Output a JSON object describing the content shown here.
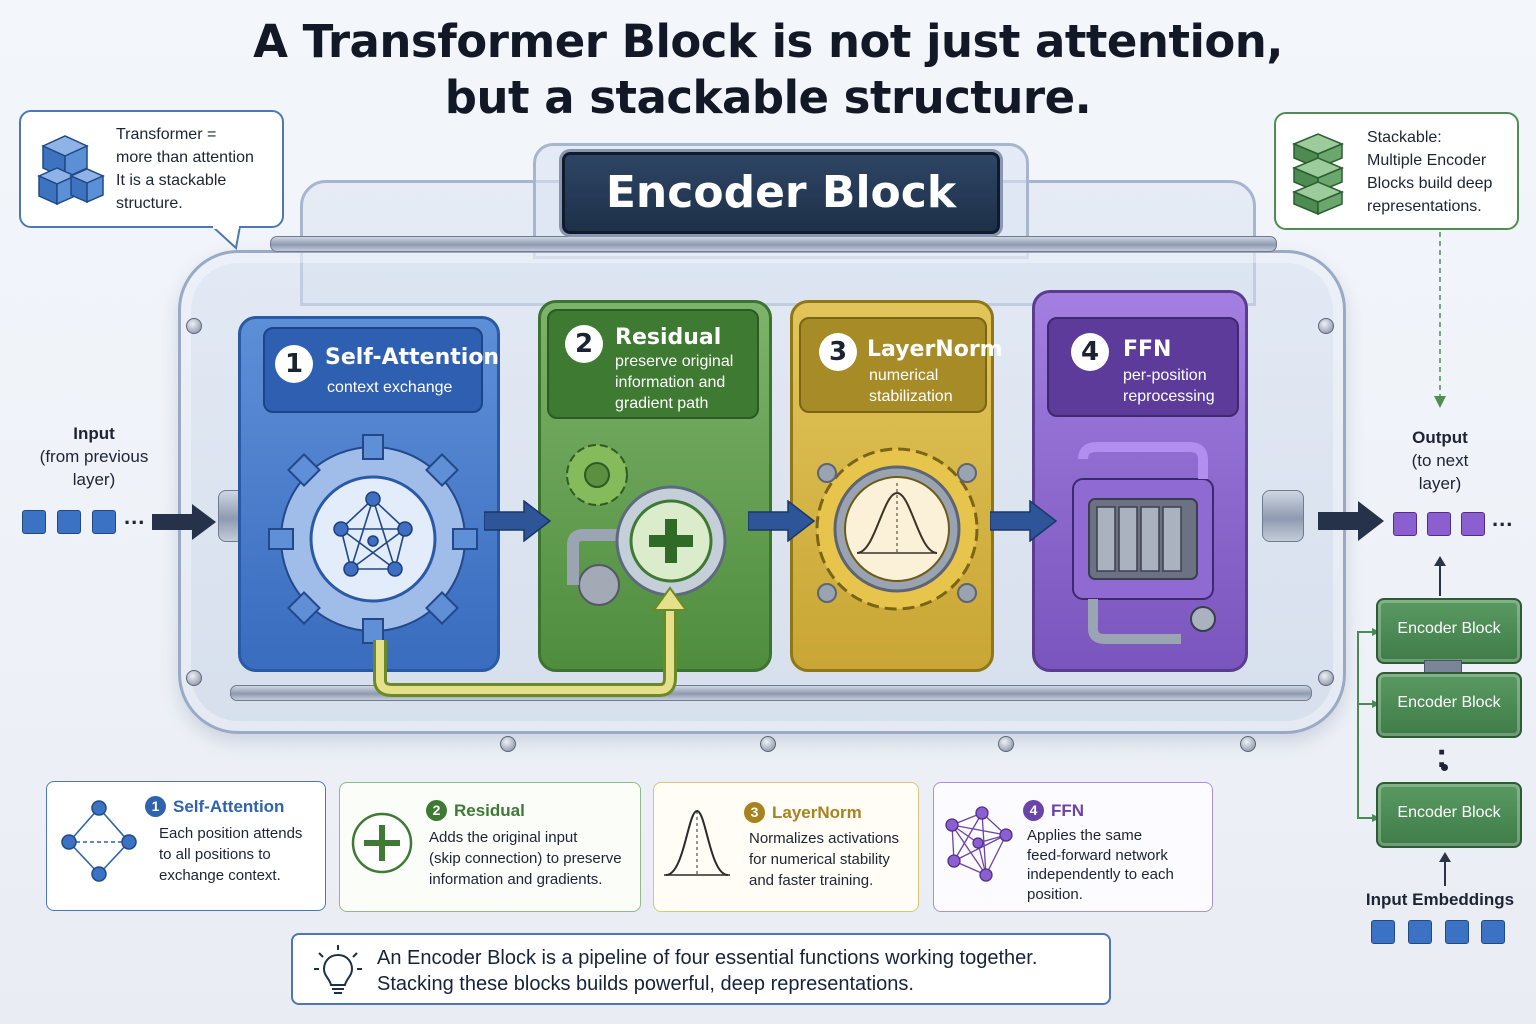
{
  "title": {
    "line1": "A Transformer Block is not just attention,",
    "line2": "but a stackable structure."
  },
  "callout_left": {
    "lines": [
      "Transformer =",
      "more than attention",
      "It is a stackable",
      "structure."
    ],
    "icon": "stacked-cubes-icon"
  },
  "callout_right": {
    "lines": [
      "Stackable:",
      "Multiple Encoder",
      "Blocks build deep",
      "representations."
    ],
    "icon": "stacked-layers-icon"
  },
  "block_label": "Encoder Block",
  "modules": [
    {
      "number": "1",
      "title": "Self-Attention",
      "subtitle": [
        "context exchange"
      ],
      "color": "#3d6fc0",
      "icon": "attention-graph-gear-icon"
    },
    {
      "number": "2",
      "title": "Residual",
      "subtitle": [
        "preserve original",
        "information and",
        "gradient path"
      ],
      "color": "#4f8d3e",
      "icon": "plus-gear-icon"
    },
    {
      "number": "3",
      "title": "LayerNorm",
      "subtitle": [
        "numerical",
        "stabilization"
      ],
      "color": "#a68b27",
      "icon": "bell-curve-gauge-icon"
    },
    {
      "number": "4",
      "title": "FFN",
      "subtitle": [
        "per-position",
        "reprocessing"
      ],
      "color": "#6a47a8",
      "icon": "engine-icon"
    }
  ],
  "input": {
    "lines": [
      "Input",
      "(from previous",
      "layer)"
    ],
    "dots": "..."
  },
  "output": {
    "lines": [
      "Output",
      "(to next",
      "layer)"
    ],
    "dots": "..."
  },
  "stack": {
    "blocks": [
      "Encoder Block",
      "Encoder Block",
      "Encoder Block"
    ],
    "ellipsis": ":",
    "input_label": "Input Embeddings"
  },
  "cards": [
    {
      "number": "1",
      "title": "Self-Attention",
      "lines": [
        "Each position attends",
        "to all positions to",
        "exchange context."
      ],
      "color": "#2f63ad",
      "icon": "attention-graph-icon"
    },
    {
      "number": "2",
      "title": "Residual",
      "lines": [
        "Adds the original input",
        "(skip connection) to preserve",
        "information and gradients."
      ],
      "color": "#3f7a35",
      "icon": "plus-circle-icon"
    },
    {
      "number": "3",
      "title": "LayerNorm",
      "lines": [
        "Normalizes activations",
        "for numerical stability",
        "and faster training."
      ],
      "color": "#a8821e",
      "icon": "bell-curve-icon"
    },
    {
      "number": "4",
      "title": "FFN",
      "lines": [
        "Applies the same",
        "feed-forward network",
        "independently to each",
        "position."
      ],
      "color": "#6b44a8",
      "icon": "network-graph-icon"
    }
  ],
  "summary": {
    "lines": [
      "An Encoder Block is a pipeline of four essential functions working together.",
      "Stacking these blocks builds powerful, deep representations."
    ],
    "icon": "lightbulb-icon"
  },
  "colors": {
    "attention": "#3d6fc0",
    "residual": "#4f8d3e",
    "layernorm": "#c9a635",
    "ffn": "#7a55bd",
    "encoder_green": "#4a8a54",
    "navy": "#1d3049"
  }
}
